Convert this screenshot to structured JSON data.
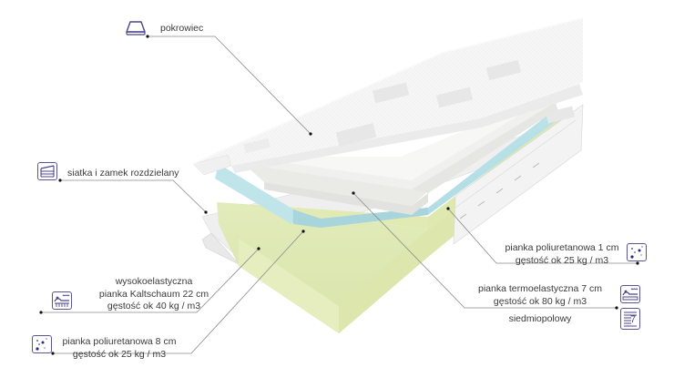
{
  "diagram": {
    "subject": "mattress cross-section",
    "accent_color": "#3d3d8f",
    "line_color": "#8a8a8a",
    "layer_colors": {
      "cover": "#f4f4f4",
      "top_foam": "#efefed",
      "thermo_foam": "#bfe3ea",
      "core_foam": "#e3ecbb",
      "mesh_side": "#ececec"
    }
  },
  "labels": {
    "cover": {
      "text": "pokrowiec",
      "icon": "mattress-cover-icon"
    },
    "mesh": {
      "text": "siatka i zamek rozdzielany",
      "icon": "mesh-zipper-icon"
    },
    "kaltschaum": {
      "line1": "wysokoelastyczna",
      "line2": "pianka Kaltschaum 22 cm",
      "line3": "gęstość ok 40 kg / m3",
      "icon": "high-elastic-foam-icon"
    },
    "pu8": {
      "line1": "pianka poliuretanowa 8 cm",
      "line2": "gęstość ok 25 kg / m3",
      "icon": "polyurethane-foam-icon"
    },
    "pu1": {
      "line1": "pianka poliuretanowa 1 cm",
      "line2": "gęstość ok 25 kg / m3",
      "icon": "polyurethane-foam-icon"
    },
    "thermo": {
      "line1": "pianka termoelastyczna 7 cm",
      "line2": "gęstość ok 80 kg / m3",
      "line3": "siedmiopolowy",
      "icon": "thermo-elastic-foam-icon",
      "zones_icon": "seven-zone-icon",
      "zones_number": "7"
    }
  }
}
